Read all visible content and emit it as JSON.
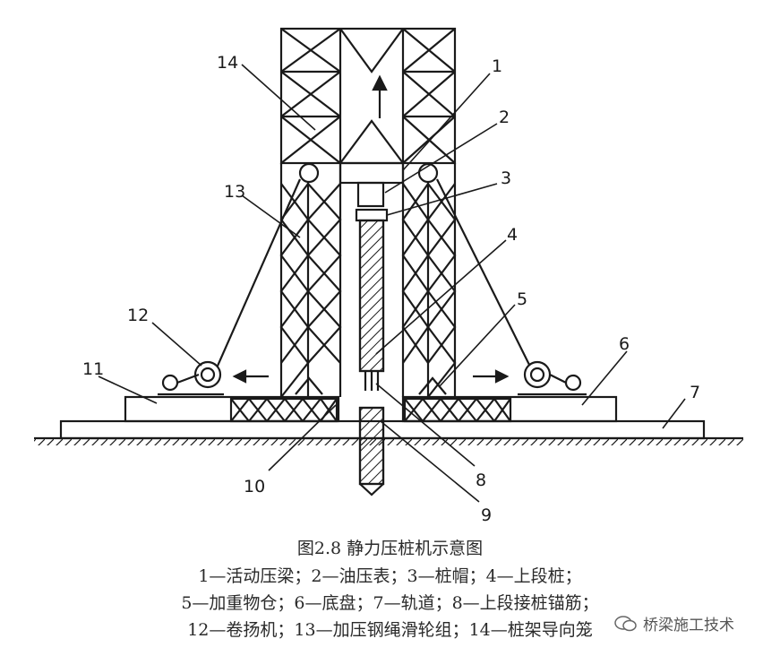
{
  "labels": [
    "1",
    "2",
    "3",
    "4",
    "5",
    "6",
    "7",
    "8",
    "9",
    "10",
    "11",
    "12",
    "13",
    "14"
  ],
  "caption": {
    "title": "图2.8  静力压桩机示意图",
    "line1": "1—活动压梁；2—油压表；3—桩帽；4—上段桩；",
    "line2": "5—加重物仓；6—底盘；7—轨道；8—上段接桩锚筋；",
    "line3": "12—卷扬机；13—加压钢绳滑轮组；14—桩架导向笼"
  },
  "watermark": "桥梁施工技术"
}
